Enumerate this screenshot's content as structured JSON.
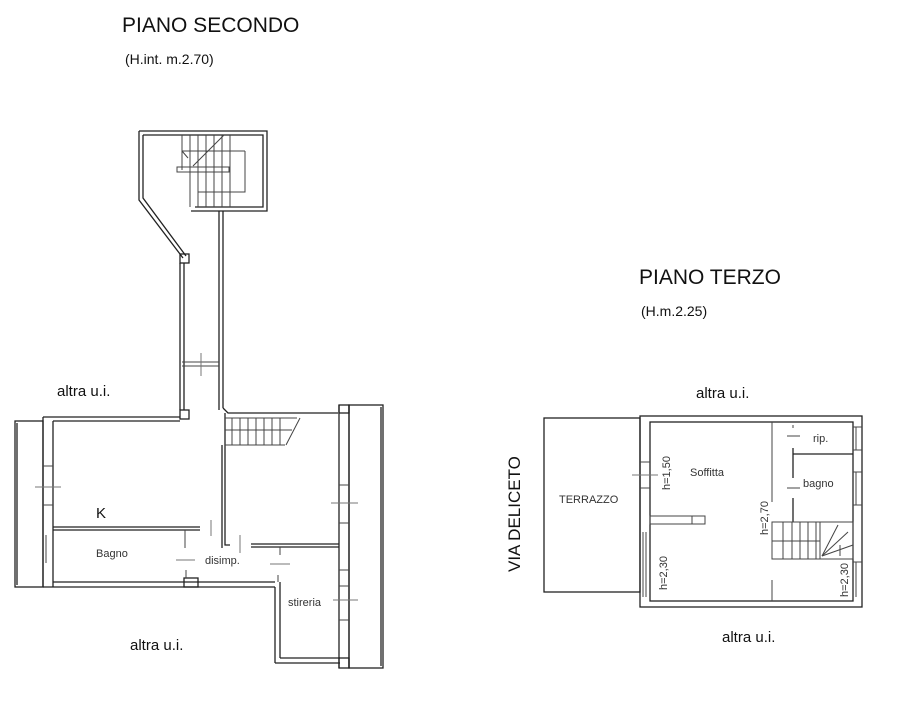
{
  "floor_second": {
    "title": "PIANO SECONDO",
    "height_note": "(H.int. m.2.70)",
    "labels": {
      "neighbor_top": "altra u.i.",
      "neighbor_bottom": "altra u.i.",
      "kitchen": "K",
      "bathroom": "Bagno",
      "hallway": "disimp.",
      "ironing_room": "stireria"
    }
  },
  "floor_third": {
    "title": "PIANO TERZO",
    "height_note": "(H.m.2.25)",
    "labels": {
      "neighbor_top": "altra u.i.",
      "neighbor_bottom": "altra u.i.",
      "street": "VIA DELICETO",
      "terrace": "TERRAZZO",
      "attic": "Soffitta",
      "storage": "rip.",
      "bathroom": "bagno",
      "height_left_top": "h=1,50",
      "height_left_bottom": "h=2,30",
      "height_center": "h=2,70",
      "height_right": "h=2,30"
    }
  }
}
